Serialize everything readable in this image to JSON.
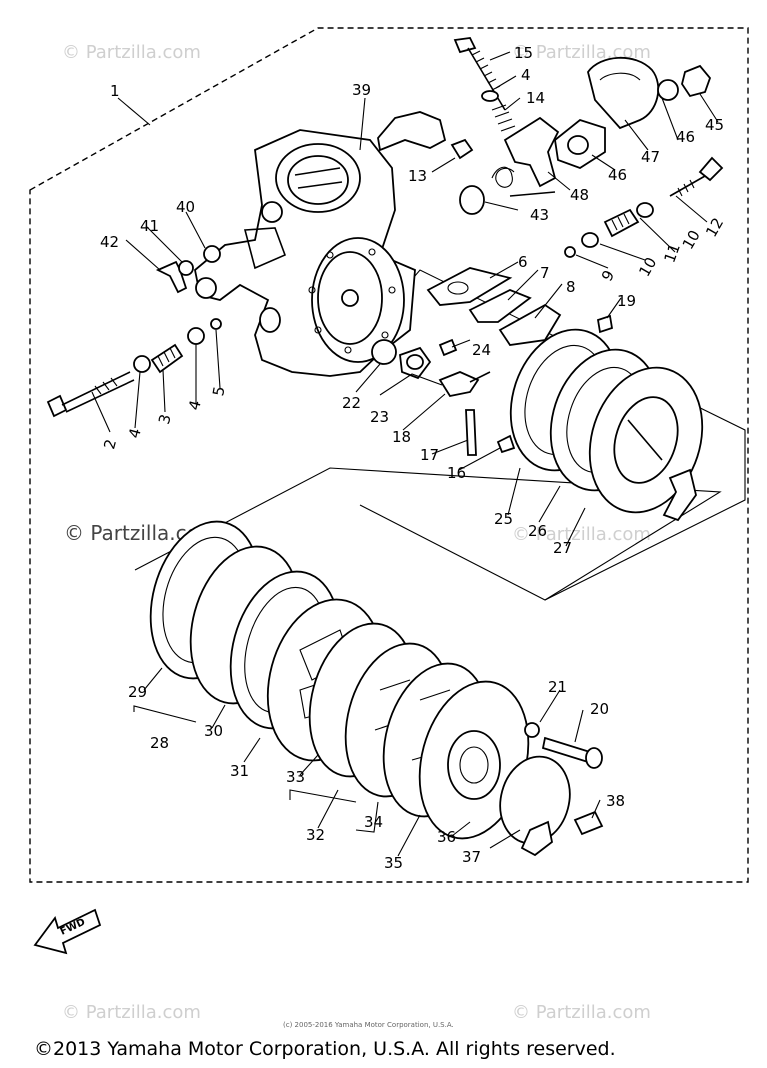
{
  "watermarks": {
    "top_left": "© Partzilla.com",
    "top_right": "© Partzilla.com",
    "mid_left": "© Partzilla.com",
    "mid_right": "© Partzilla.com",
    "bottom_left": "© Partzilla.com",
    "bottom_right": "© Partzilla.com"
  },
  "small_copyright": "(c) 2005-2016 Yamaha Motor Corporation, U.S.A.",
  "footer_copyright": "©2013 Yamaha Motor Corporation, U.S.A. All rights reserved.",
  "fwd_label": "FWD",
  "callouts": {
    "c1": "1",
    "c15": "15",
    "c4a": "4",
    "c14": "14",
    "c39": "39",
    "c46a": "46",
    "c45": "45",
    "c47": "47",
    "c46b": "46",
    "c13": "13",
    "c48": "48",
    "c40": "40",
    "c41": "41",
    "c43": "43",
    "c12": "12",
    "c42": "42",
    "c11": "11",
    "c10a": "10",
    "c10b": "10",
    "c9": "9",
    "c6": "6",
    "c7": "7",
    "c8": "8",
    "c19": "19",
    "c5": "5",
    "c24": "24",
    "c3": "3",
    "c4b": "4",
    "c4c": "4",
    "c2": "2",
    "c22": "22",
    "c23": "23",
    "c18": "18",
    "c17": "17",
    "c16": "16",
    "c25": "25",
    "c26": "26",
    "c27": "27",
    "c29": "29",
    "c28": "28",
    "c30": "30",
    "c21": "21",
    "c20": "20",
    "c31": "31",
    "c33": "33",
    "c38": "38",
    "c32": "32",
    "c34": "34",
    "c36": "36",
    "c37": "37",
    "c35": "35"
  }
}
